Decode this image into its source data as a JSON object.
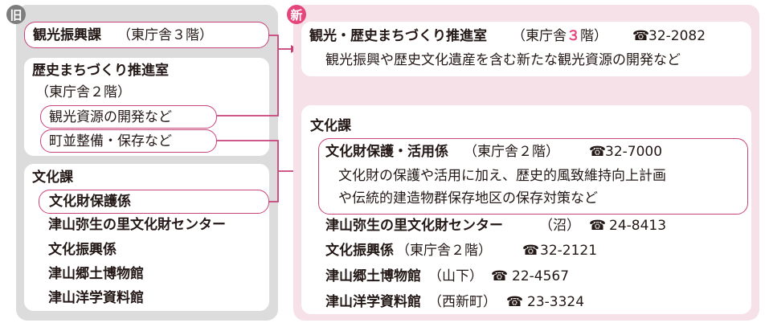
{
  "old": {
    "badge": "旧",
    "tourism_section": {
      "name": "観光振興課",
      "location": "（東庁舎３階）"
    },
    "history_office": {
      "name": "歴史まちづくり推進室",
      "location": "（東庁舎２階）",
      "duties": [
        "観光資源の開発など",
        "町並整備・保存など"
      ]
    },
    "culture_division": {
      "name": "文化課",
      "items": [
        "文化財保護係",
        "津山弥生の里文化財センター",
        "文化振興係",
        "津山郷土博物館",
        "津山洋学資料館"
      ]
    }
  },
  "new": {
    "badge": "新",
    "tourism_history_office": {
      "name": "観光・歴史まちづくり推進室",
      "location_pre": "（東庁舎",
      "location_floor": "３",
      "location_post": "階）",
      "phone": "32-2082",
      "description": "観光振興や歴史文化遺産を含む新たな観光資源の開発など"
    },
    "culture_division": {
      "name": "文化課",
      "heritage_section": {
        "name": "文化財保護・活用係",
        "location": "（東庁舎２階）",
        "phone": "32-7000",
        "description_line1": "文化財の保護や活用に加え、歴史的風致維持向上計画",
        "description_line2": "や伝統的建造物群保存地区の保存対策など"
      },
      "items": [
        {
          "name": "津山弥生の里文化財センター",
          "location": "（沼）",
          "phone": "24-8413"
        },
        {
          "name": "文化振興係",
          "location": "（東庁舎２階）",
          "phone": "32-2121"
        },
        {
          "name": "津山郷土博物館",
          "location": "（山下）",
          "phone": "22-4567"
        },
        {
          "name": "津山洋学資料館",
          "location": "（西新町）",
          "phone": "23-3324"
        }
      ]
    }
  },
  "icons": {
    "phone": "☎"
  },
  "colors": {
    "accent": "#e4467b",
    "line": "#c8427a",
    "old_bg": "#dcdcdc",
    "new_bg": "#f7e1e9"
  }
}
